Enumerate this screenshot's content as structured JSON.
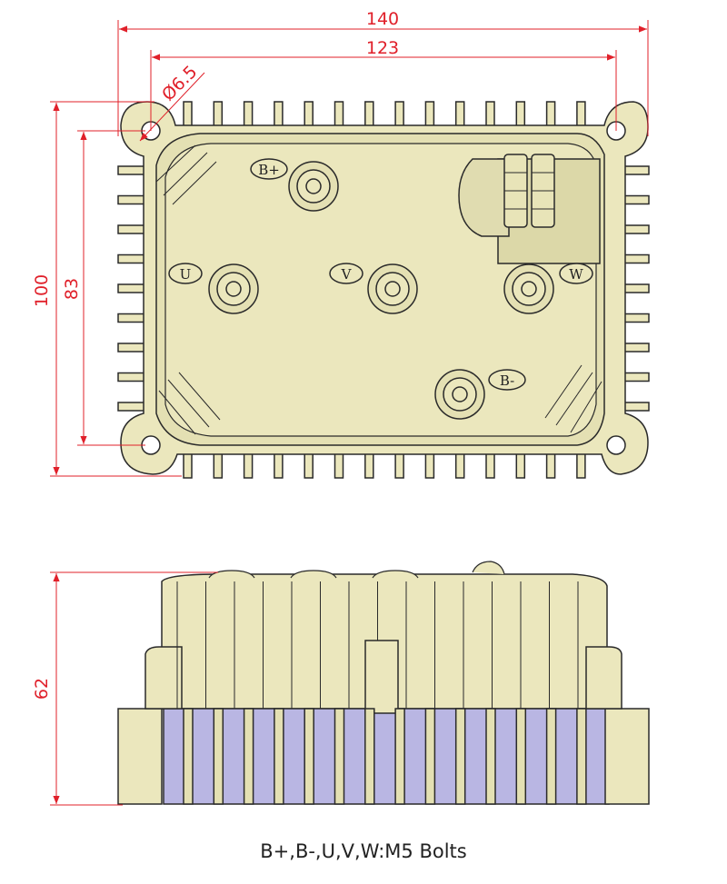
{
  "dimensions": {
    "width_outer": "140",
    "width_holes": "123",
    "hole_diameter": "Ø6.5",
    "height_outer": "100",
    "height_holes": "83",
    "depth": "62"
  },
  "terminals": {
    "b_plus": "B+",
    "b_minus": "B-",
    "u": "U",
    "v": "V",
    "w": "W"
  },
  "caption": "B+,B-,U,V,W:M5 Bolts",
  "colors": {
    "body": "#ebe7bd",
    "outline": "#2a2a2a",
    "dimension": "#e0202a",
    "shadow": "#b9b6e3"
  }
}
